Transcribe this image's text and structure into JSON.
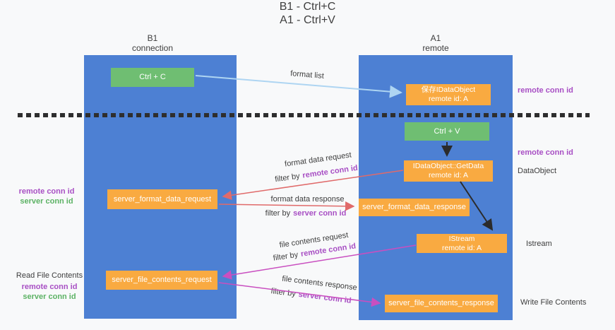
{
  "title": {
    "line1": "B1 - Ctrl+C",
    "line2": "A1 - Ctrl+V"
  },
  "lifelines": {
    "left": {
      "name": "B1",
      "role": "connection"
    },
    "right": {
      "name": "A1",
      "role": "remote"
    }
  },
  "nodes": {
    "ctrl_c": "Ctrl + C",
    "ctrl_v": "Ctrl + V",
    "save_dataobject": {
      "line1": "保存IDataObject",
      "line2": "remote id: A"
    },
    "getdata": {
      "line1": "IDataObject::GetData",
      "line2": "remote id: A"
    },
    "istream": {
      "line1": "IStream",
      "line2": "remote id: A"
    },
    "format_request": "server_format_data_request",
    "format_response": "server_format_data_response",
    "file_request": "server_file_contents_request",
    "file_response": "server_file_contents_response"
  },
  "arrows": {
    "format_list": "format list",
    "format_request": {
      "label": "format data request",
      "filter_prefix": "filter by",
      "filter_id": "remote conn id"
    },
    "format_response": {
      "label": "format data response",
      "filter_prefix": "filter by",
      "filter_id": "server conn id"
    },
    "file_request": {
      "label": "file contents request",
      "filter_prefix": "filter by",
      "filter_id": "remote conn id"
    },
    "file_response": {
      "label": "file contents response",
      "filter_prefix": "filter by",
      "filter_id": "server conn id"
    }
  },
  "right_labels": {
    "remote_conn_top": "remote conn id",
    "remote_conn_mid": "remote conn id",
    "dataobject": "DataObject",
    "istream": "Istream",
    "write_file": "Write File Contents"
  },
  "left_labels": {
    "remote_conn_1": "remote conn id",
    "server_conn_1": "server conn id",
    "read_file": "Read File Contents",
    "remote_conn_2": "remote conn id",
    "server_conn_2": "server conn id"
  },
  "colors": {
    "lifeline_blue": "#4d80d3",
    "action_green": "#6fbe72",
    "message_orange": "#f9aa41",
    "arrow_red": "#e06a6a",
    "arrow_magenta": "#c94fc0",
    "arrow_blue": "#aed5f2",
    "arrow_black": "#2b2b2b",
    "conn_purple": "#a84fc4",
    "conn_green": "#5cb264"
  }
}
